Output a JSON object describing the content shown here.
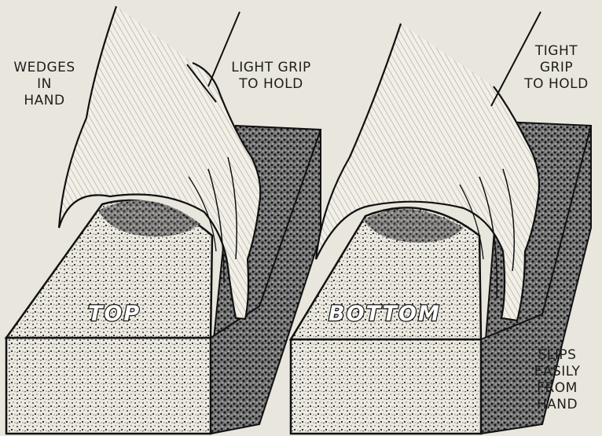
{
  "left_panel": {
    "callout_wedges": "WEDGES\nIN\nHAND",
    "callout_grip": "LIGHT GRIP\nTO HOLD",
    "block_label": "TOP"
  },
  "right_panel": {
    "callout_grip": "TIGHT\nGRIP\nTO HOLD",
    "callout_slip": "SLIPS\nEASILY\nFROM\nHAND",
    "block_label": "BOTTOM"
  },
  "colors": {
    "paper": "#e9e6dd",
    "ink": "#1d1d1b"
  }
}
